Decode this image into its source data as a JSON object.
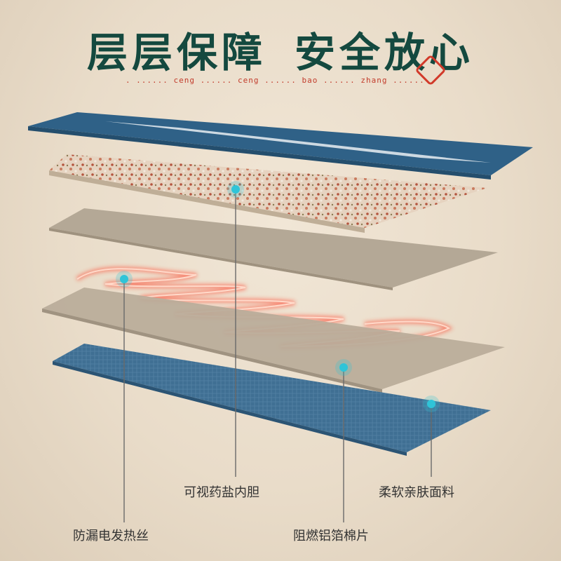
{
  "title": {
    "part1": "层层保障",
    "part2": "安全放心"
  },
  "subtitle": {
    "pinyin": ".  ...... ceng ...... ceng ...... bao ...... zhang ...... ."
  },
  "labels": {
    "salt_liner": "可视药盐内胆",
    "fabric": "柔软亲肤面料",
    "heating_wire": "防漏电发热丝",
    "foil_cotton": "阻燃铝箔棉片"
  },
  "colors": {
    "title": "#14493f",
    "accent_red": "#d23a2a",
    "blue_fabric": "#3d6f92",
    "marker": "#2fc4d8",
    "heating": "#ff4a2a",
    "grey_layer": "#b6aa98"
  },
  "icons": {
    "seal": "red-diamond-seal-icon",
    "marker": "cyan-dot-icon"
  }
}
